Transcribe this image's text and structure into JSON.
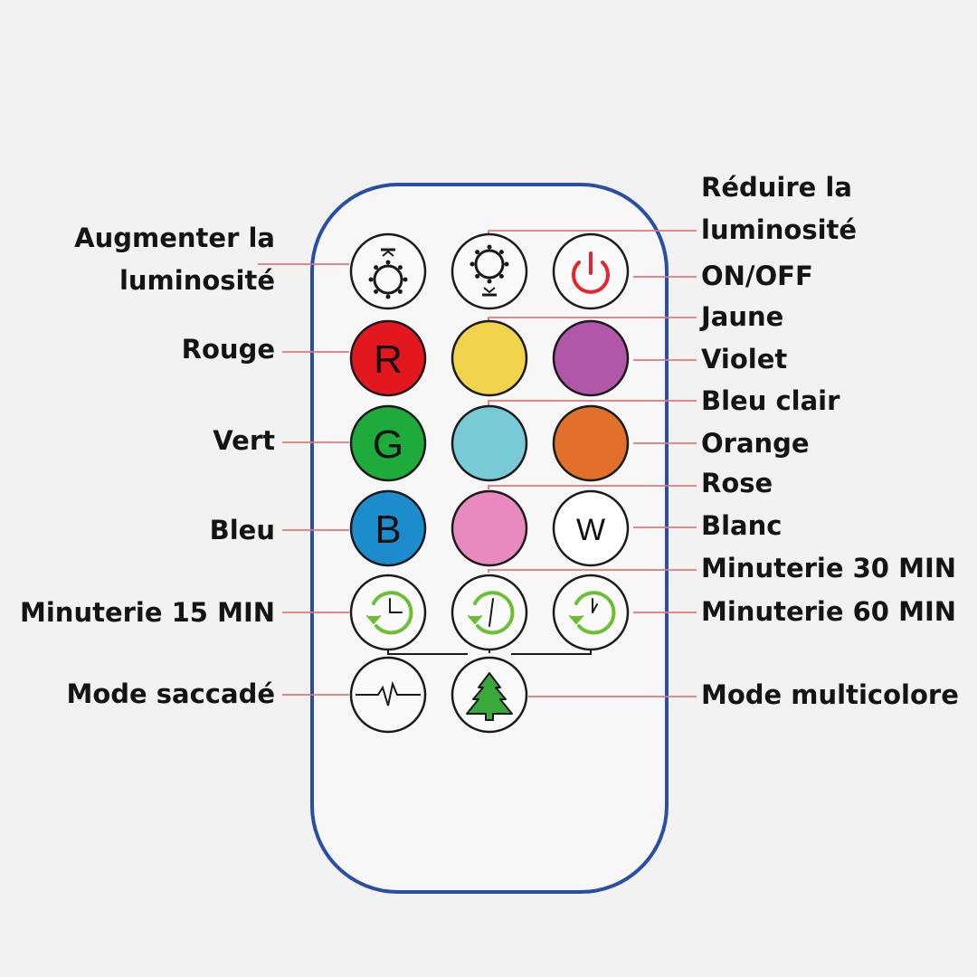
{
  "colors": {
    "remote_outline": "#2a4ea3",
    "leader_line": "#e0797a",
    "button_outline": "#1a1a1a",
    "red": "#e3181e",
    "yellow": "#f1d24b",
    "violet": "#b256a8",
    "green": "#1faa3c",
    "light_blue": "#78cbd6",
    "orange": "#e0702a",
    "blue": "#1d8ccd",
    "pink": "#e889c0",
    "white": "#ffffff",
    "power_red": "#e3262d",
    "timer_green": "#6cbf33",
    "tree_green": "#3aa83a"
  },
  "buttons": {
    "bright_up": {
      "icon": "brightness-up-icon"
    },
    "bright_down": {
      "icon": "brightness-down-icon"
    },
    "power": {
      "icon": "power-icon"
    },
    "red": {
      "letter": "R"
    },
    "yellow": {},
    "violet": {},
    "green": {
      "letter": "G"
    },
    "light_blue": {},
    "orange": {},
    "blue": {
      "letter": "B"
    },
    "pink": {},
    "white": {
      "letter": "W"
    },
    "timer15": {
      "icon": "timer-15-icon"
    },
    "timer30": {
      "icon": "timer-30-icon"
    },
    "timer60": {
      "icon": "timer-60-icon"
    },
    "strobe": {
      "icon": "pulse-wave-icon"
    },
    "multicolor": {
      "icon": "tree-icon"
    }
  },
  "labels": {
    "augmenter_line1": "Augmenter la",
    "augmenter_line2": "luminosité",
    "reduire_line1": "Réduire la",
    "reduire_line2": "luminosité",
    "on_off": "ON/OFF",
    "rouge": "Rouge",
    "jaune": "Jaune",
    "violet": "Violet",
    "vert": "Vert",
    "bleu_clair": "Bleu clair",
    "orange": "Orange",
    "rose": "Rose",
    "bleu": "Bleu",
    "blanc": "Blanc",
    "minuterie_15": "Minuterie 15 MIN",
    "minuterie_30": "Minuterie 30 MIN",
    "minuterie_60": "Minuterie 60 MIN",
    "mode_saccade": "Mode saccadé",
    "mode_multicolore": "Mode multicolore"
  }
}
